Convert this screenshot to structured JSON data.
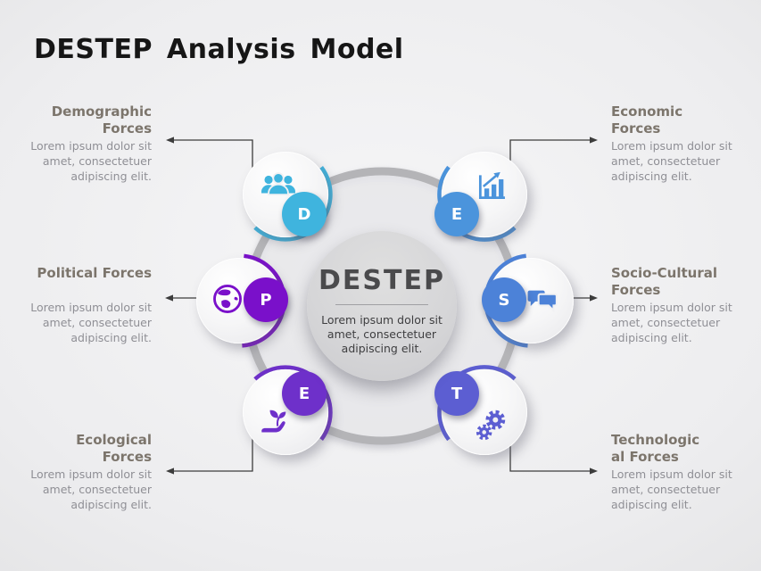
{
  "slide_title": "DESTEP Analysis Model",
  "center": {
    "title": "DESTEP",
    "description": "Lorem ipsum dolor sit amet, consectetuer adipiscing elit."
  },
  "colors": {
    "ring": "#b4b4b7",
    "connector": "#3c3c3c",
    "heading_text": "#7c756c",
    "body_text": "#8f8f95"
  },
  "sections": [
    {
      "key": "demographic",
      "letter": "D",
      "heading_line1": "Demographic",
      "heading_line2": "Forces",
      "description": "Lorem ipsum dolor sit amet, consectetuer adipiscing elit.",
      "accent": "#3fb4de",
      "icon": "people-icon"
    },
    {
      "key": "economic",
      "letter": "E",
      "heading_line1": "Economic",
      "heading_line2": "Forces",
      "description": "Lorem ipsum dolor sit amet, consectetuer adipiscing elit.",
      "accent": "#4b94dc",
      "icon": "bar-chart-icon"
    },
    {
      "key": "political",
      "letter": "P",
      "heading_line1": "Political Forces",
      "heading_line2": "",
      "description": "Lorem ipsum dolor sit amet, consectetuer adipiscing elit.",
      "accent": "#7a10ca",
      "icon": "globe-icon"
    },
    {
      "key": "socio-cultural",
      "letter": "S",
      "heading_line1": "Socio-Cultural",
      "heading_line2": "Forces",
      "description": "Lorem ipsum dolor sit amet, consectetuer adipiscing elit.",
      "accent": "#4c82d8",
      "icon": "chat-icon"
    },
    {
      "key": "ecological",
      "letter": "E",
      "heading_line1": "Ecological",
      "heading_line2": "Forces",
      "description": "Lorem ipsum dolor sit amet, consectetuer adipiscing elit.",
      "accent": "#6e30ca",
      "icon": "hand-plant-icon"
    },
    {
      "key": "technological",
      "letter": "T",
      "heading_line1": "Technologic",
      "heading_line2": "al Forces",
      "description": "Lorem ipsum dolor sit amet, consectetuer adipiscing elit.",
      "accent": "#5c5ed2",
      "icon": "gears-icon"
    }
  ]
}
